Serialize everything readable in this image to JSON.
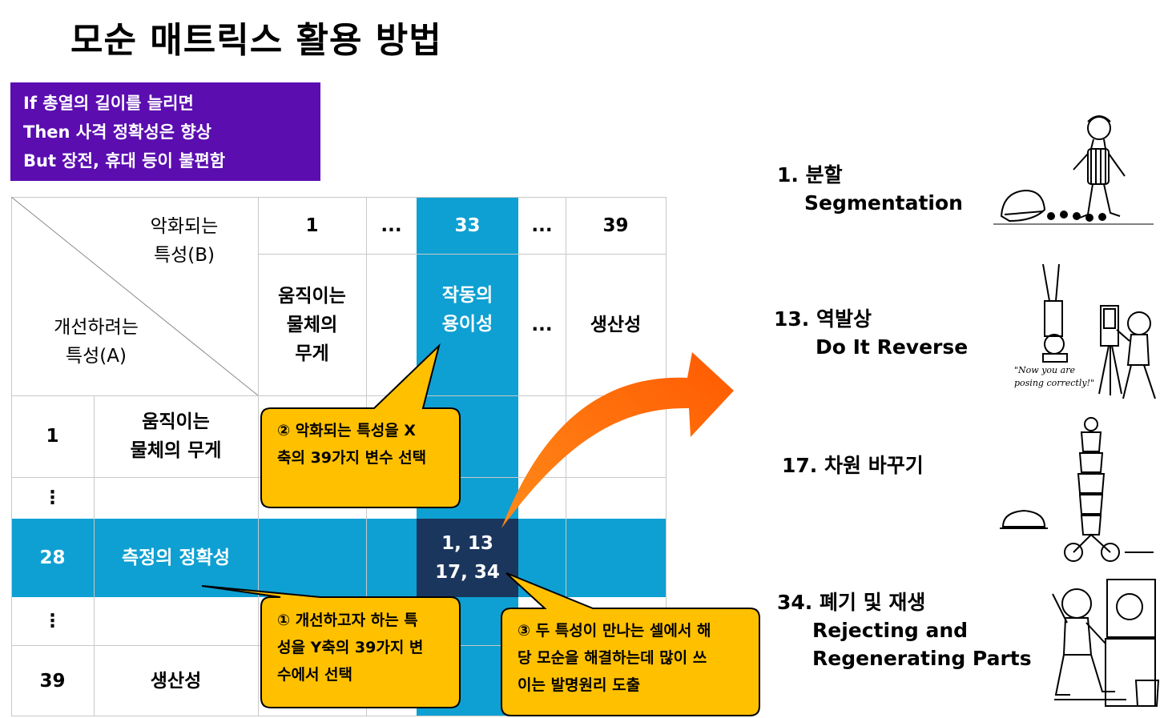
{
  "title": "모순 매트릭스 활용 방법",
  "condition_box": {
    "lines": [
      "If 총열의 길이를 늘리면",
      "Then 사격 정확성은 향상",
      "But 장전, 휴대 등이 불편함"
    ],
    "color": "#5b0db0"
  },
  "matrix": {
    "corner_top": [
      "악화되는",
      "특성(B)"
    ],
    "corner_bottom": [
      "개선하려는",
      "특성(A)"
    ],
    "col_numbers": [
      "1",
      "...",
      "33",
      "...",
      "39"
    ],
    "col_names": [
      [
        "움직이는",
        "물체의",
        "무게"
      ],
      [
        "작동의",
        "용이성"
      ],
      [
        "..."
      ],
      [
        "생산성"
      ]
    ],
    "rows": [
      {
        "number": "1",
        "name": [
          "움직이는",
          "물체의 무게"
        ]
      },
      {
        "number": "⋮",
        "name": [
          ""
        ]
      },
      {
        "number": "28",
        "name": [
          "측정의 정확성"
        ]
      },
      {
        "number": "⋮",
        "name": [
          ""
        ]
      },
      {
        "number": "39",
        "name": [
          "생산성"
        ]
      }
    ],
    "intersection": [
      "1, 13",
      "17, 34"
    ],
    "highlight_color": "#0ea0d2",
    "intersection_color": "#1b365d"
  },
  "callouts": {
    "step1": [
      "① 개선하고자 하는 특",
      "성을 Y축의 39가지 변",
      "수에서 선택"
    ],
    "step2": [
      "② 악화되는 특성을 X",
      "축의 39가지 변수 선택"
    ],
    "step3": [
      "③ 두 특성이 만나는 셀에서 해",
      "당 모순을 해결하는데 많이 쓰",
      "이는 발명원리 도출"
    ],
    "color": "#ffc000"
  },
  "principles": [
    {
      "ko": "1. 분할",
      "en": "Segmentation"
    },
    {
      "ko": "13. 역발상",
      "en": "Do It Reverse"
    },
    {
      "ko": "17. 차원 바꾸기",
      "en": ""
    },
    {
      "ko": "34. 폐기 및 재생",
      "en": "Rejecting and",
      "en2": "Regenerating Parts"
    }
  ],
  "illustration_caption": [
    "\"Now you are",
    "posing correctly!\""
  ],
  "arrow_color": "#ff6a00"
}
